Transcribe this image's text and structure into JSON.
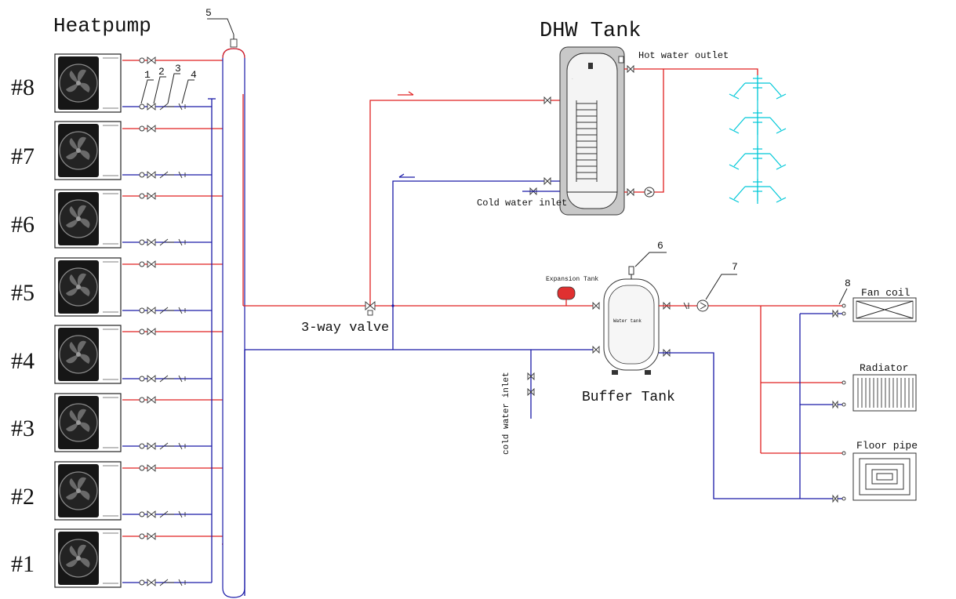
{
  "heatpump": {
    "title": "Heatpump",
    "unit_labels": [
      "#8",
      "#7",
      "#6",
      "#5",
      "#4",
      "#3",
      "#2",
      "#1"
    ]
  },
  "callouts": [
    "1",
    "2",
    "3",
    "4",
    "5",
    "6",
    "7",
    "8"
  ],
  "dhw": {
    "title": "DHW Tank",
    "hot_outlet": "Hot water outlet",
    "cold_inlet": "Cold water inlet"
  },
  "valve_label": "3-way valve",
  "buffer": {
    "title": "Buffer Tank",
    "expansion": "Expansion Tank",
    "inner": "Water tank",
    "cold_inlet": "cold water inlet"
  },
  "emitters": {
    "fan_coil": "Fan coil",
    "radiator": "Radiator",
    "floor": "Floor pipe"
  },
  "colors": {
    "hot": "#e02020",
    "cold": "#1a1aa8",
    "fixtures": "#00c8d8",
    "expansion_tank": "#e03030"
  }
}
